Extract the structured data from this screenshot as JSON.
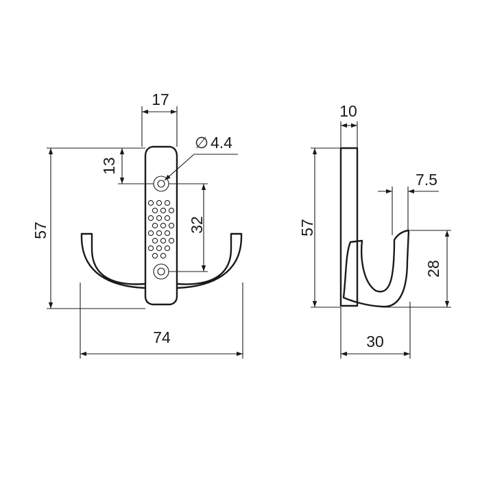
{
  "front_view": {
    "width_top": "17",
    "hole_diameter": "4.4",
    "hole_offset_top": "13",
    "hole_spacing": "32",
    "height": "57",
    "width_overall": "74"
  },
  "side_view": {
    "thickness": "10",
    "tip_thickness": "7.5",
    "height": "57",
    "hook_height": "28",
    "depth": "30"
  },
  "symbols": {
    "diameter": "∅"
  }
}
